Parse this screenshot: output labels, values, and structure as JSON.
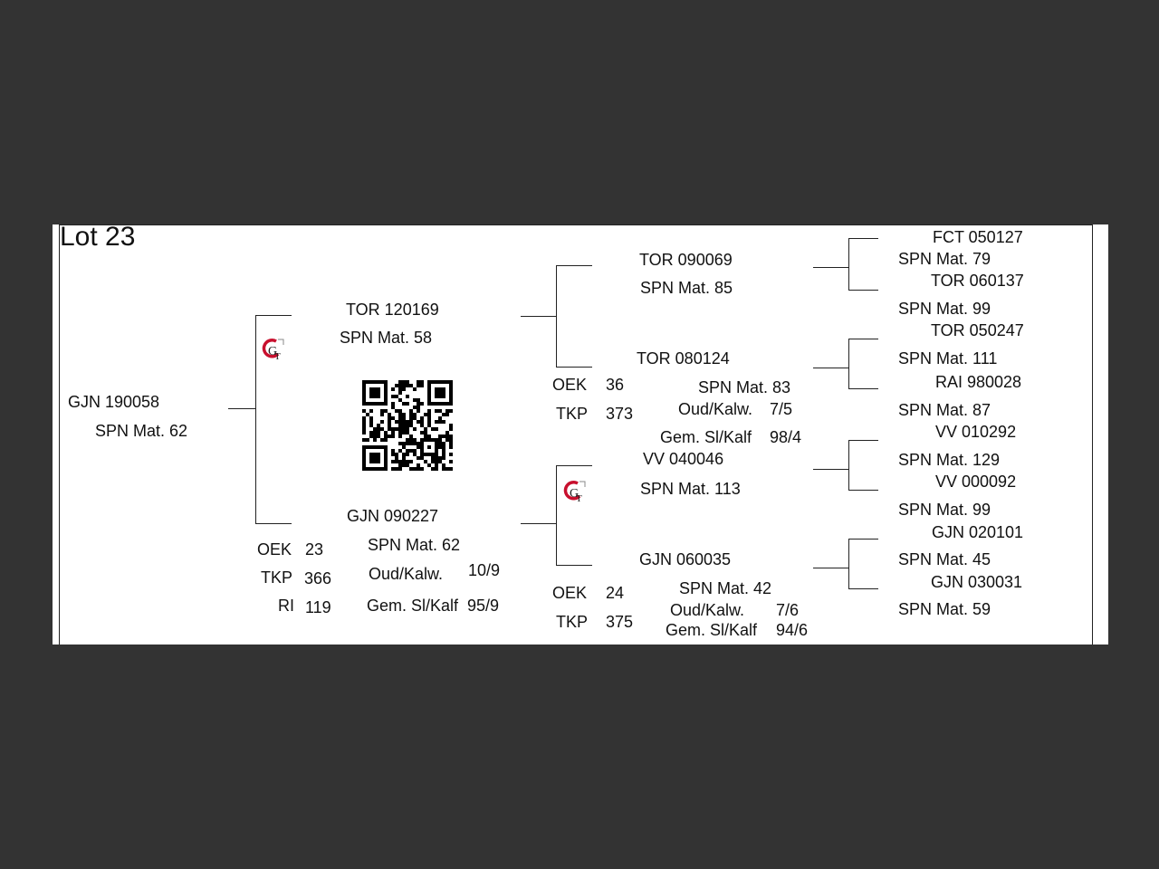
{
  "lot": "Lot 23",
  "animal": {
    "id": "GJN 190058",
    "spn": "SPN Mat. 62"
  },
  "sire": {
    "id": "TOR 120169",
    "spn": "SPN Mat. 58",
    "sire": {
      "id": "TOR 090069",
      "spn": "SPN Mat. 85",
      "sire": {
        "id": "FCT 050127",
        "spn": "SPN Mat. 79"
      },
      "dam": {
        "id": "TOR 060137",
        "spn": "SPN Mat. 99"
      }
    },
    "dam": {
      "id": "TOR 080124",
      "spn": "SPN Mat. 83",
      "oud_label": "Oud/Kalw.",
      "oud_value": "7/5",
      "gem_label": "Gem. Sl/Kalf",
      "gem_value": "98/4",
      "oek_label": "OEK",
      "oek_value": "36",
      "tkp_label": "TKP",
      "tkp_value": "373",
      "sire": {
        "id": "TOR 050247",
        "spn": "SPN Mat. 111"
      },
      "dam": {
        "id": "RAI 980028",
        "spn": "SPN Mat. 87"
      }
    }
  },
  "dam": {
    "id": "GJN 090227",
    "spn": "SPN Mat. 62",
    "oud_label": "Oud/Kalw.",
    "oud_value": "10/9",
    "gem_label": "Gem. Sl/Kalf",
    "gem_value": "95/9",
    "oek_label": "OEK",
    "oek_value": "23",
    "tkp_label": "TKP",
    "tkp_value": "366",
    "ri_label": "RI",
    "ri_value": "119",
    "sire": {
      "id": "VV  040046",
      "spn": "SPN Mat. 113",
      "sire": {
        "id": "VV  010292",
        "spn": "SPN Mat. 129"
      },
      "dam": {
        "id": "VV  000092",
        "spn": "SPN Mat. 99"
      }
    },
    "dam": {
      "id": "GJN 060035",
      "spn": "SPN Mat. 42",
      "oud_label": "Oud/Kalw.",
      "oud_value": "7/6",
      "gem_label": "Gem. Sl/Kalf",
      "gem_value": "94/6",
      "oek_label": "OEK",
      "oek_value": "24",
      "tkp_label": "TKP",
      "tkp_value": "375",
      "sire": {
        "id": "GJN 020101",
        "spn": "SPN Mat. 45"
      },
      "dam": {
        "id": "GJN 030031",
        "spn": "SPN Mat. 59"
      }
    }
  },
  "colors": {
    "background": "#333333",
    "paper": "#ffffff",
    "logo_red": "#c8102e"
  }
}
